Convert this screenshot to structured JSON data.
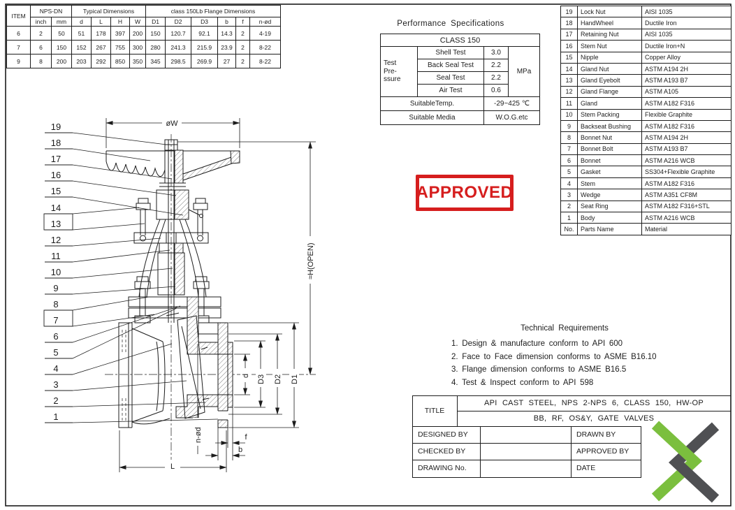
{
  "dimension_table": {
    "header_item": "ITEM",
    "header_nps": "NPS-DN",
    "header_typical": "Typical Dimensions",
    "header_flange": "class 150Lb Flange Dimensions",
    "header_row2": [
      "inch",
      "mm",
      "d",
      "L",
      "H",
      "W",
      "D1",
      "D2",
      "D3",
      "b",
      "f",
      "n-ød"
    ],
    "rows": [
      [
        "6",
        "2",
        "50",
        "51",
        "178",
        "397",
        "200",
        "150",
        "120.7",
        "92.1",
        "14.3",
        "2",
        "4-19"
      ],
      [
        "7",
        "6",
        "150",
        "152",
        "267",
        "755",
        "300",
        "280",
        "241.3",
        "215.9",
        "23.9",
        "2",
        "8-22"
      ],
      [
        "9",
        "8",
        "200",
        "203",
        "292",
        "850",
        "350",
        "345",
        "298.5",
        "269.9",
        "27",
        "2",
        "8-22"
      ]
    ]
  },
  "performance": {
    "title": "Performance Specifications",
    "class_header": "CLASS 150",
    "pressure_label": "Test\nPre-\nssure",
    "unit": "MPa",
    "tests": [
      {
        "name": "Shell Test",
        "value": "3.0"
      },
      {
        "name": "Back Seal Test",
        "value": "2.2"
      },
      {
        "name": "Seal Test",
        "value": "2.2"
      },
      {
        "name": "Air Test",
        "value": "0.6"
      }
    ],
    "temp_label": "SuitableTemp.",
    "temp_value": "-29~425 ℃",
    "media_label": "Suitable Media",
    "media_value": "W.O.G.etc"
  },
  "parts_list": {
    "rows": [
      {
        "no": "19",
        "name": "Lock Nut",
        "material": "AISI 1035"
      },
      {
        "no": "18",
        "name": "HandWheel",
        "material": "Ductile Iron"
      },
      {
        "no": "17",
        "name": "Retaining Nut",
        "material": "AISI 1035"
      },
      {
        "no": "16",
        "name": "Stem Nut",
        "material": "Ductile Iron+N"
      },
      {
        "no": "15",
        "name": "Nipple",
        "material": "Copper Alloy"
      },
      {
        "no": "14",
        "name": "Gland Nut",
        "material": "ASTM A194 2H"
      },
      {
        "no": "13",
        "name": "Gland Eyebolt",
        "material": "ASTM A193 B7"
      },
      {
        "no": "12",
        "name": "Gland Flange",
        "material": "ASTM A105"
      },
      {
        "no": "11",
        "name": "Gland",
        "material": "ASTM A182 F316"
      },
      {
        "no": "10",
        "name": "Stem Packing",
        "material": "Flexible Graphite"
      },
      {
        "no": "9",
        "name": "Backseat Bushing",
        "material": "ASTM A182 F316"
      },
      {
        "no": "8",
        "name": "Bonnet Nut",
        "material": "ASTM A194 2H"
      },
      {
        "no": "7",
        "name": "Bonnet Bolt",
        "material": "ASTM A193 B7"
      },
      {
        "no": "6",
        "name": "Bonnet",
        "material": "ASTM A216 WCB"
      },
      {
        "no": "5",
        "name": "Gasket",
        "material": "SS304+Flexible Graphite"
      },
      {
        "no": "4",
        "name": "Stem",
        "material": "ASTM A182 F316"
      },
      {
        "no": "3",
        "name": "Wedge",
        "material": "ASTM A351 CF8M"
      },
      {
        "no": "2",
        "name": "Seat Ring",
        "material": "ASTM A182 F316+STL"
      },
      {
        "no": "1",
        "name": "Body",
        "material": "ASTM A216 WCB"
      }
    ],
    "footer": {
      "no": "No.",
      "name": "Parts Name",
      "material": "Material"
    }
  },
  "stamp": {
    "text": "APPROVED",
    "color": "#d61e1e"
  },
  "tech_requirements": {
    "title": "Technical Requirements",
    "items": [
      "1. Design & manufacture conform to API 600",
      "2. Face to Face dimension conforms to ASME B16.10",
      "3. Flange dimension conforms to ASME B16.5",
      "4. Test & Inspect conform to API 598"
    ]
  },
  "title_block": {
    "title_label": "TITLE",
    "title_line1": "API CAST STEEL, NPS 2-NPS 6, CLASS 150, HW-OP",
    "title_line2": "BB, RF, OS&Y, GATE VALVES",
    "designed_by": "DESIGNED BY",
    "checked_by": "CHECKED  BY",
    "drawing_no": "DRAWING No.",
    "drawn_by": "DRAWN BY",
    "approved_by": "APPROVED BY",
    "date": "DATE"
  },
  "drawing": {
    "dim_labels": {
      "w": "øW",
      "h": "≈H(OPEN)",
      "d": "d",
      "d3": "D3",
      "d2": "D2",
      "d1": "D1",
      "n": "n-ød",
      "f": "f",
      "b": "b",
      "l": "L"
    },
    "leader_labels": [
      "19",
      "18",
      "17",
      "16",
      "15",
      "14",
      "13",
      "12",
      "11",
      "10",
      "9",
      "8",
      "7",
      "6",
      "5",
      "4",
      "3",
      "2",
      "1"
    ],
    "boxed_leaders": [
      "13",
      "7"
    ]
  },
  "logo": {
    "green": "#7bbf3e",
    "gray": "#4f5053"
  }
}
